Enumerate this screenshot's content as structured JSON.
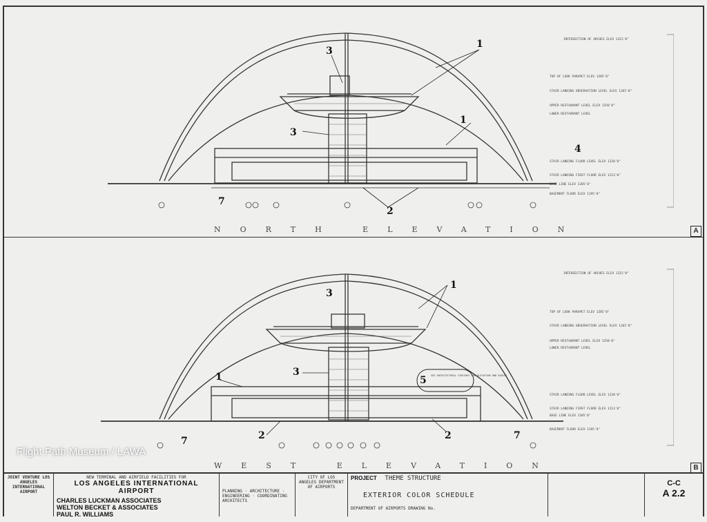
{
  "elevations": {
    "north": {
      "label": "NORTH ELEVATION",
      "sheet_mark": "A"
    },
    "west": {
      "label": "WEST ELEVATION",
      "sheet_mark": "B"
    }
  },
  "callouts": {
    "one": "1",
    "two": "2",
    "three": "3",
    "four": "4",
    "five": "5",
    "seven": "7"
  },
  "notes": {
    "arch_top": "INTERSECTION OF ARCHES ELEV 1315'0\"",
    "parapet": "TOP OF LOOK PARAPET ELEV 1285'0\"",
    "stair_landing": "STAIR LANDING OBSERVATION LEVEL ELEV 1265'0\"",
    "upper_rest": "UPPER RESTAURANT LEVEL ELEV 1250'0\"",
    "lower_rest": "LOWER RESTAURANT LEVEL",
    "stair_landing_floor": "STAIR LANDING FLOOR LEVEL ELEV 1220'0\"",
    "first_floor": "STAIR LANDING FIRST FLOOR ELEV 1213'0\"",
    "base_line": "BASE LINE ELEV 1205'0\"",
    "basement": "BASEMENT FLOOR ELEV 1195'0\"",
    "note_box": "SEE ARCHITECTURAL FINISHES FOR ELEVATION AND RADIUS"
  },
  "title_block": {
    "joint_venture": "JOINT VENTURE LOS ANGELES INTERNATIONAL AIRPORT",
    "facilities": "NEW TERMINAL AND AIRFIELD FACILITIES FOR",
    "airport": "LOS ANGELES INTERNATIONAL AIRPORT",
    "firm1": "CHARLES LUCKMAN ASSOCIATES",
    "firm2": "WELTON BECKET & ASSOCIATES",
    "firm3": "PAUL R. WILLIAMS",
    "firm_roles": "PLANNING · ARCHITECTURE · ENGINEERING · COORDINATING ARCHITECTS",
    "city": "CITY OF LOS ANGELES DEPARTMENT OF AIRPORTS",
    "project_label": "PROJECT",
    "project": "THEME STRUCTURE",
    "schedule": "EXTERIOR COLOR SCHEDULE",
    "department": "DEPARTMENT OF AIRPORTS DRAWING No.",
    "sheet_no_top": "C-C",
    "sheet_no": "A 2.2"
  },
  "watermark": "Flight Path Museum / LAWA"
}
